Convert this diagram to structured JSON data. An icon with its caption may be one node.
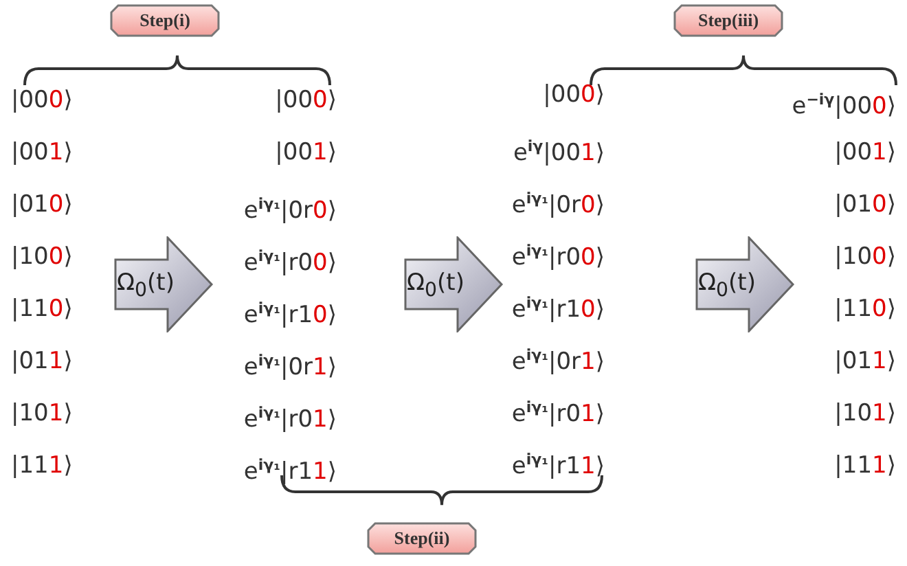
{
  "diagram": {
    "nodes": [
      {
        "text": [
          "Step(i)"
        ]
      },
      {
        "text": [
          "Step(iii)"
        ]
      },
      {
        "text": [
          "Ω$_{0}$(t)"
        ]
      },
      {
        "text": [
          "Ω$_{0}$(t)"
        ]
      },
      {
        "text": [
          "Ω$_{0}$(t)"
        ]
      },
      {
        "text": [
          "Step(ii)"
        ]
      }
    ],
    "labels": [
      "|000⟩",
      "|000⟩",
      "|000⟩",
      "e$^{−iγ}$|000⟩",
      "|001⟩",
      "|001⟩",
      "e$^{iγ}$|001⟩",
      "|001⟩",
      "|010⟩",
      "e$^{iγ₁}$|0r0⟩",
      "e$^{iγ₁}$|0r0⟩",
      "|010⟩",
      "|100⟩",
      "e$^{iγ₁}$|r00⟩",
      "e$^{iγ₁}$|r00⟩",
      "|100⟩",
      "|110⟩",
      "e$^{iγ₁}$|r10⟩",
      "e$^{iγ₁}$|r10⟩",
      "|110⟩",
      "|011⟩",
      "e$^{iγ₁}$|0r1⟩",
      "e$^{iγ₁}$|0r1⟩",
      "|011⟩",
      "|101⟩",
      "e$^{iγ₁}$|r01⟩",
      "e$^{iγ₁}$|r01⟩",
      "|101⟩",
      "|111⟩",
      "e$^{iγ₁}$|r11⟩",
      "e$^{iγ₁}$|r11⟩",
      "|111⟩"
    ]
  }
}
